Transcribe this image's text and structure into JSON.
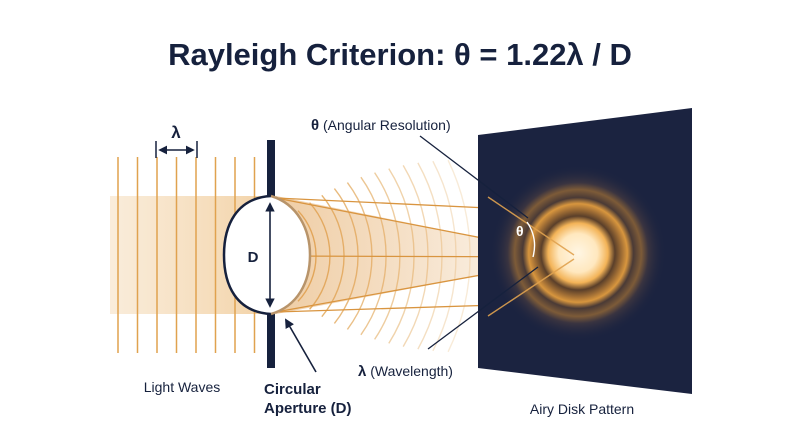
{
  "title": "Rayleigh Criterion: θ = 1.22λ / D",
  "labels": {
    "lambda_top": "λ",
    "d_symbol": "D",
    "theta_symbol": "θ",
    "theta_caption_symbol": "θ",
    "theta_caption_text": " (Angular Resolution)",
    "lambda_caption_symbol": "λ",
    "lambda_caption_text": " (Wavelength)",
    "light_waves": "Light Waves",
    "aperture_line1": "Circular",
    "aperture_line2": "Aperture (D)",
    "airy_disk": "Airy Disk Pattern"
  },
  "colors": {
    "navy": "#16213d",
    "wave_orange": "#e0a24f",
    "glow_center": "#fff3dc",
    "ring_orange": "#e49a3a"
  }
}
